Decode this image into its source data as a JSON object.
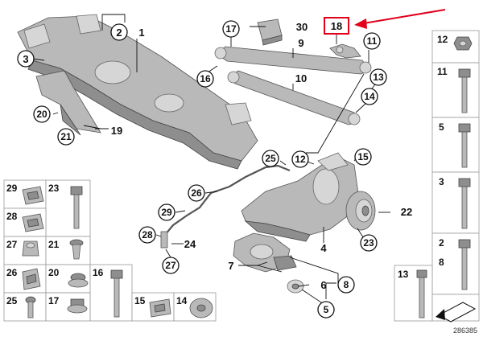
{
  "colors": {
    "highlight": "#e3001b",
    "part": "#b9b9b9",
    "line": "#111111"
  },
  "callouts": {
    "c1": "1",
    "c2": "2",
    "c3": "3",
    "c4": "4",
    "c5": "5",
    "c6": "6",
    "c7": "7",
    "c8": "8",
    "c9": "9",
    "c10": "10",
    "c11": "11",
    "c12": "12",
    "c13": "13",
    "c14": "14",
    "c15": "15",
    "c16": "16",
    "c17": "17",
    "c18": "18",
    "c19": "19",
    "c20": "20",
    "c21": "21",
    "c22": "22",
    "c23": "23",
    "c24": "24",
    "c25": "25",
    "c26": "26",
    "c27": "27",
    "c28": "28",
    "c29": "29",
    "c30": "30"
  },
  "left_grid": {
    "r1a": "29",
    "r1b": "23",
    "r2a": "28",
    "r3a": "27",
    "r3b": "21",
    "r4a": "26",
    "r4b": "20",
    "r4c": "16",
    "r5a": "25",
    "r5b": "17",
    "r5c": "15",
    "r5d": "14"
  },
  "right_column": {
    "n12": "12",
    "n11": "11",
    "n5": "5",
    "n3": "3",
    "n2": "2",
    "n8": "8",
    "n13": "13"
  },
  "diagram_ref": "286385"
}
